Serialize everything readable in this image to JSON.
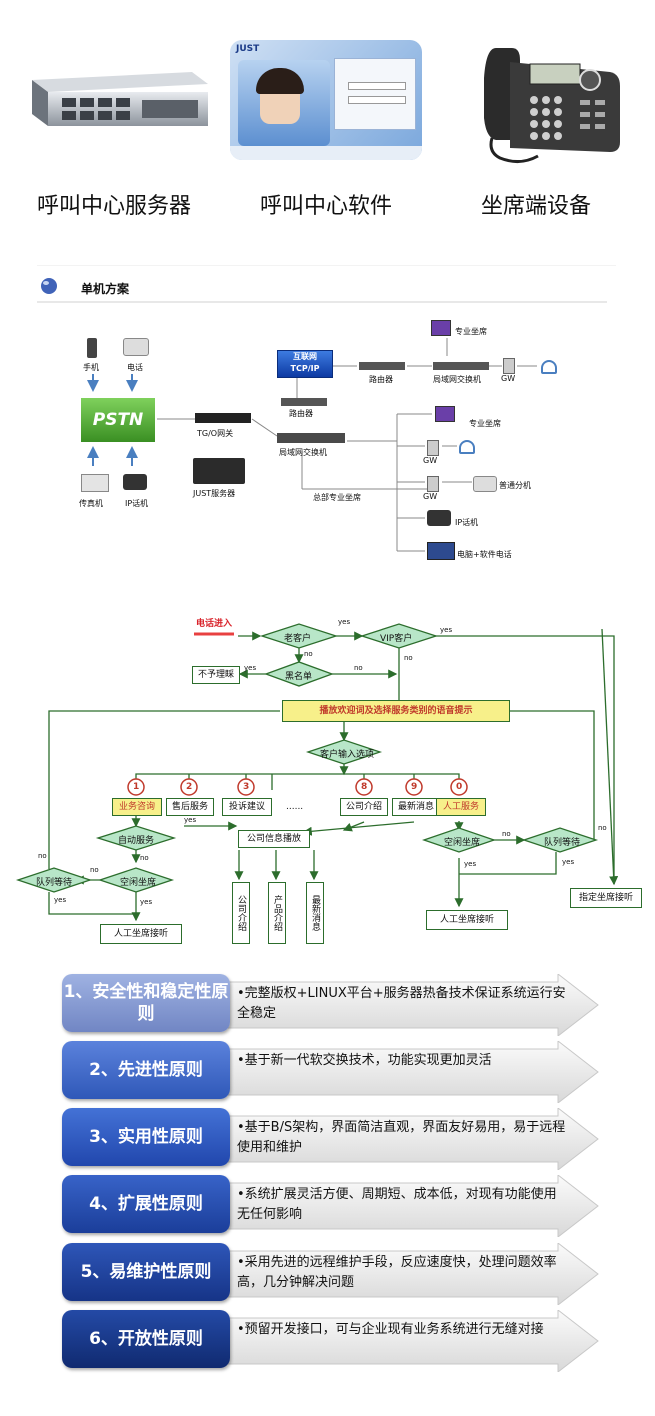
{
  "products": [
    {
      "label": "呼叫中心服务器",
      "icon": "server-icon"
    },
    {
      "label": "呼叫中心软件",
      "icon": "software-screenshot"
    },
    {
      "label": "坐席端设备",
      "icon": "desk-phone-icon"
    }
  ],
  "topology": {
    "title": "单机方案",
    "nodes": {
      "mobile": "手机",
      "phone": "电话",
      "pstn": "PSTN",
      "fax": "传真机",
      "ipphone": "IP话机",
      "tg": "TG/O网关",
      "just_server": "JUST服务器",
      "internet": "互联网\nTCP/IP",
      "router_center": "路由器",
      "lan_switch": "局域网交换机",
      "router_top": "路由器",
      "lan_switch_top": "局域网交换机",
      "agent_top": "专业坐席",
      "gw_top": "GW",
      "agent_mid": "专业坐席",
      "gw1": "GW",
      "gw2": "GW",
      "ordinary_ext": "普通分机",
      "ip_phone2": "IP话机",
      "pc_softphone": "电脑+软件电话",
      "hq_agent": "总部专业坐席"
    }
  },
  "flow": {
    "call_in": "电话进入",
    "old_customer": "老客户",
    "vip": "VIP客户",
    "blacklist": "黑名单",
    "no_process": "不予理睬",
    "welcome": "播放欢迎词及选择服务类别的语音提示",
    "customer_input": "客户输入选项",
    "numbers": [
      "1",
      "2",
      "3",
      "8",
      "9",
      "0"
    ],
    "services": [
      "业务咨询",
      "售后服务",
      "投诉建议",
      "公司介绍",
      "最新消息",
      "人工服务"
    ],
    "dots": "......",
    "auto_service": "自动服务",
    "info_broadcast": "公司信息播放",
    "idle_agent_left": "空闲坐席",
    "queue_left": "队列等待",
    "manual_left": "人工坐席接听",
    "idle_agent_right": "空闲坐席",
    "queue_right": "队列等待",
    "manual_right": "人工坐席接听",
    "designated": "指定坐席接听",
    "sub_items": [
      "公司介绍",
      "产品介绍",
      "最新消息"
    ],
    "yes": "yes",
    "no": "no"
  },
  "principles": [
    {
      "title": "1、安全性和稳定性原则",
      "desc": "•完整版权+LINUX平台+服务器热备技术保证系统运行安全稳定",
      "color": "#8aa0d8"
    },
    {
      "title": "2、先进性原则",
      "desc": "•基于新一代软交换技术，功能实现更加灵活",
      "color": "#3f67c9"
    },
    {
      "title": "3、实用性原则",
      "desc": "•基于B/S架构，界面简洁直观，界面友好易用，易于远程使用和维护",
      "color": "#2d58c4"
    },
    {
      "title": "4、扩展性原则",
      "desc": "•系统扩展灵活方便、周期短、成本低，对现有功能使用无任何影响",
      "color": "#2349ad"
    },
    {
      "title": "5、易维护性原则",
      "desc": "•采用先进的远程维护手段，反应速度快，处理问题效率高，几分钟解决问题",
      "color": "#1e3f99"
    },
    {
      "title": "6、开放性原则",
      "desc": "•预留开发接口，可与企业现有业务系统进行无缝对接",
      "color": "#193484"
    }
  ]
}
